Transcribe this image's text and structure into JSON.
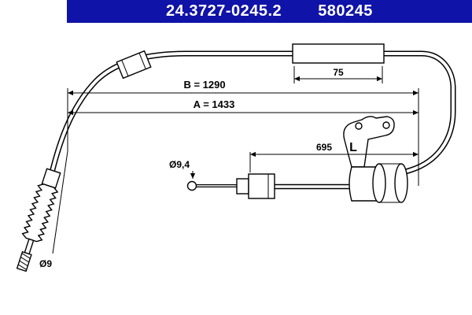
{
  "header": {
    "part_number": "24.3727-0245.2",
    "ref_number": "580245",
    "bar_color": "#1013a7"
  },
  "diagram": {
    "line_color": "#000000",
    "labels": {
      "dim_b": "B = 1290",
      "dim_a": "A = 1433",
      "dim_695": "695",
      "dim_75": "75",
      "dia_9_4": "Ø9,4",
      "dia_9": "Ø9",
      "bracket_letter": "L"
    }
  }
}
